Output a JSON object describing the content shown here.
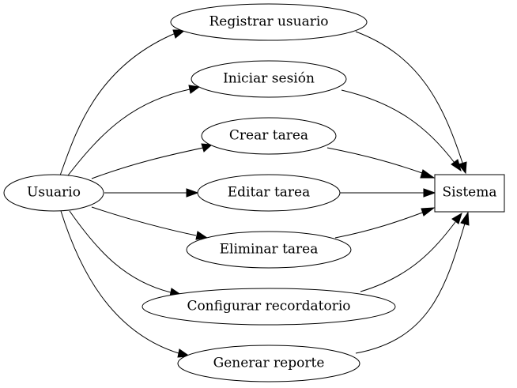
{
  "actor": {
    "label": "Usuario"
  },
  "system": {
    "label": "Sistema"
  },
  "use_cases": [
    {
      "id": "registrar",
      "label": "Registrar usuario"
    },
    {
      "id": "iniciar",
      "label": "Iniciar sesión"
    },
    {
      "id": "crear",
      "label": "Crear tarea"
    },
    {
      "id": "editar",
      "label": "Editar tarea"
    },
    {
      "id": "eliminar",
      "label": "Eliminar tarea"
    },
    {
      "id": "configurar",
      "label": "Configurar recordatorio"
    },
    {
      "id": "generar",
      "label": "Generar reporte"
    }
  ],
  "edges": [
    {
      "from": "actor",
      "to": "registrar"
    },
    {
      "from": "actor",
      "to": "iniciar"
    },
    {
      "from": "actor",
      "to": "crear"
    },
    {
      "from": "actor",
      "to": "editar"
    },
    {
      "from": "actor",
      "to": "eliminar"
    },
    {
      "from": "actor",
      "to": "configurar"
    },
    {
      "from": "actor",
      "to": "generar"
    },
    {
      "from": "registrar",
      "to": "system"
    },
    {
      "from": "iniciar",
      "to": "system"
    },
    {
      "from": "crear",
      "to": "system"
    },
    {
      "from": "editar",
      "to": "system"
    },
    {
      "from": "eliminar",
      "to": "system"
    },
    {
      "from": "configurar",
      "to": "system"
    },
    {
      "from": "generar",
      "to": "system"
    }
  ]
}
